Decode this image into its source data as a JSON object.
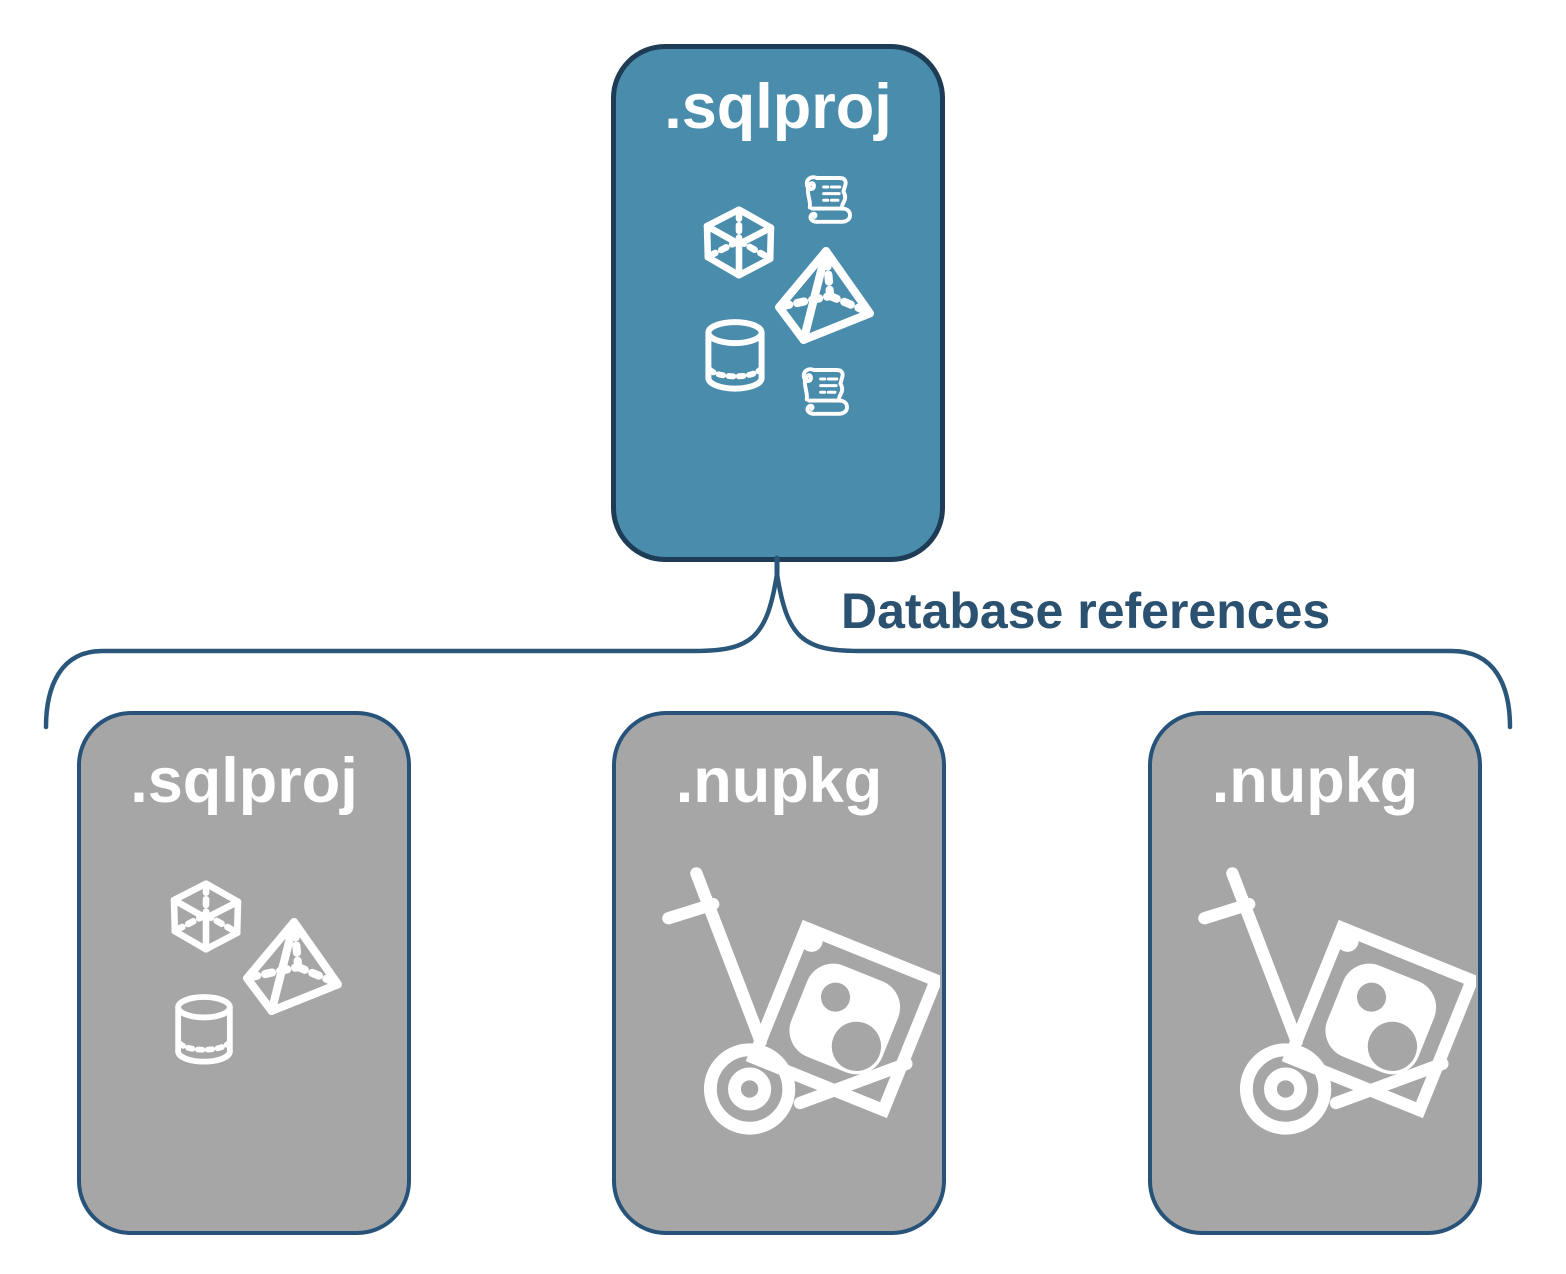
{
  "diagram": {
    "root": {
      "label": ".sqlproj",
      "icons": [
        "cube-icon",
        "sql-script-scroll-icon",
        "pyramid-icon",
        "database-cylinder-icon",
        "sql-script-scroll-icon"
      ]
    },
    "connector": {
      "type": "curly-brace",
      "label": "Database references"
    },
    "children": [
      {
        "label": ".sqlproj",
        "icons": [
          "cube-icon",
          "pyramid-icon",
          "database-cylinder-icon"
        ]
      },
      {
        "label": ".nupkg",
        "icons": [
          "nuget-package-dolly-icon"
        ]
      },
      {
        "label": ".nupkg",
        "icons": [
          "nuget-package-dolly-icon"
        ]
      }
    ],
    "colors": {
      "background": "#FFFFFF",
      "root_fill": "#4A8CAB",
      "root_border": "#1E3C55",
      "child_fill": "#A6A6A6",
      "child_border": "#27537A",
      "node_label_text": "#FFFFFF",
      "icon_stroke": "#FFFFFF",
      "connector_stroke": "#2A5679",
      "connector_label_text": "#2B5170"
    }
  }
}
